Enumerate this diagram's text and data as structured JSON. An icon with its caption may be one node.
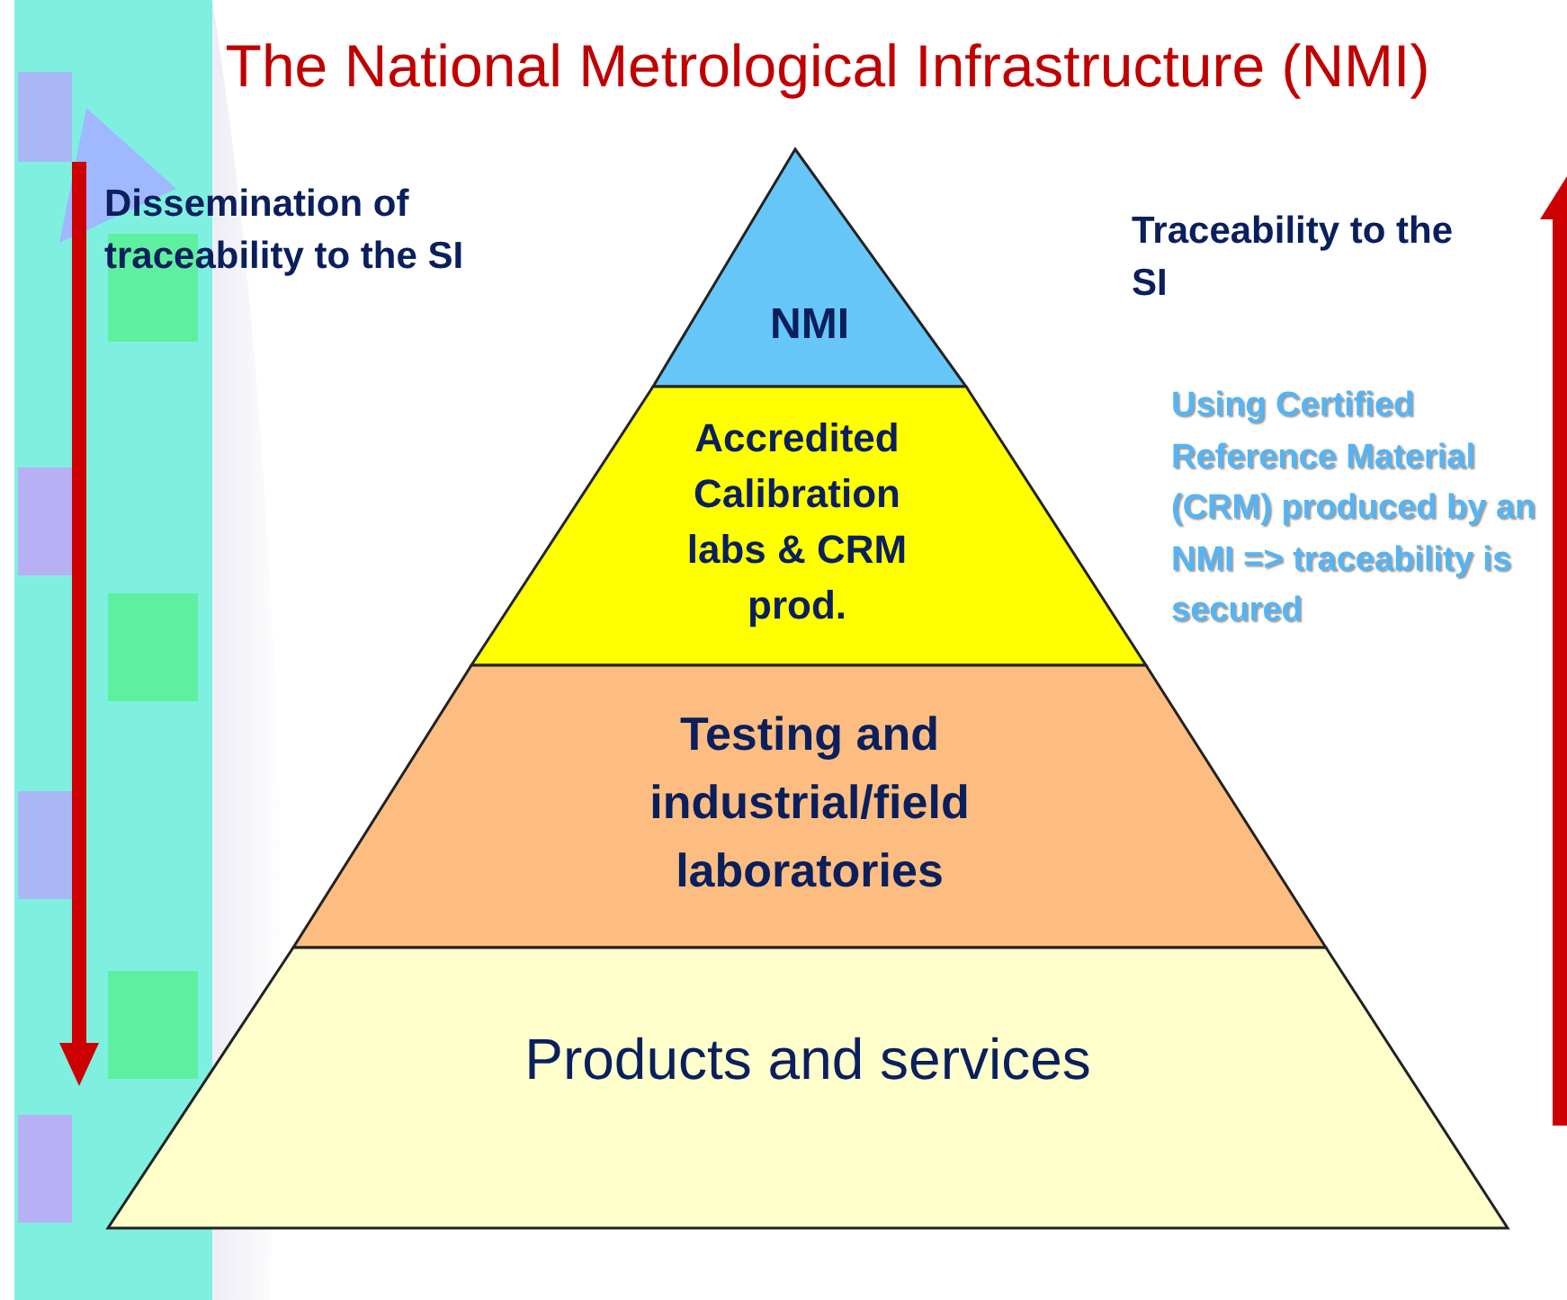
{
  "diagram": {
    "title": "The National Metrological Infrastructure (NMI)",
    "nodes": [
      {
        "text": [
          "NMI"
        ]
      },
      {
        "text": [
          "Accredited Calibration labs & CRM prod."
        ]
      },
      {
        "text": [
          "Testing and industrial/field laboratories"
        ]
      },
      {
        "text": [
          "Products and services"
        ]
      }
    ],
    "labels": [
      "Dissemination of traceability to the SI",
      "Traceability to the SI",
      "Using Certified Reference Material (CRM) produced by an NMI => traceability is secured"
    ]
  }
}
